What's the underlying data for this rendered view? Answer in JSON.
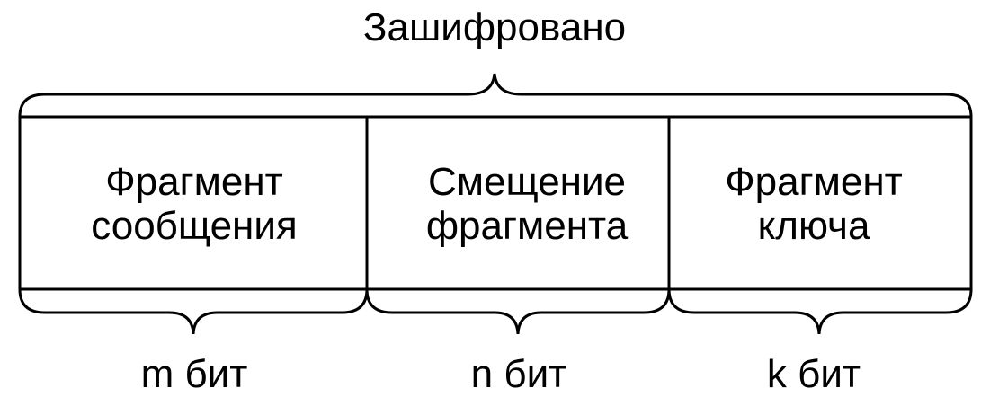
{
  "top_label": "Зашифровано",
  "fields": [
    {
      "line1": "Фрагмент",
      "line2": "сообщения",
      "size": "m бит"
    },
    {
      "line1": "Смещение",
      "line2": "фрагмента",
      "size": "n бит"
    },
    {
      "line1": "Фрагмент",
      "line2": "ключа",
      "size": "k бит"
    }
  ]
}
